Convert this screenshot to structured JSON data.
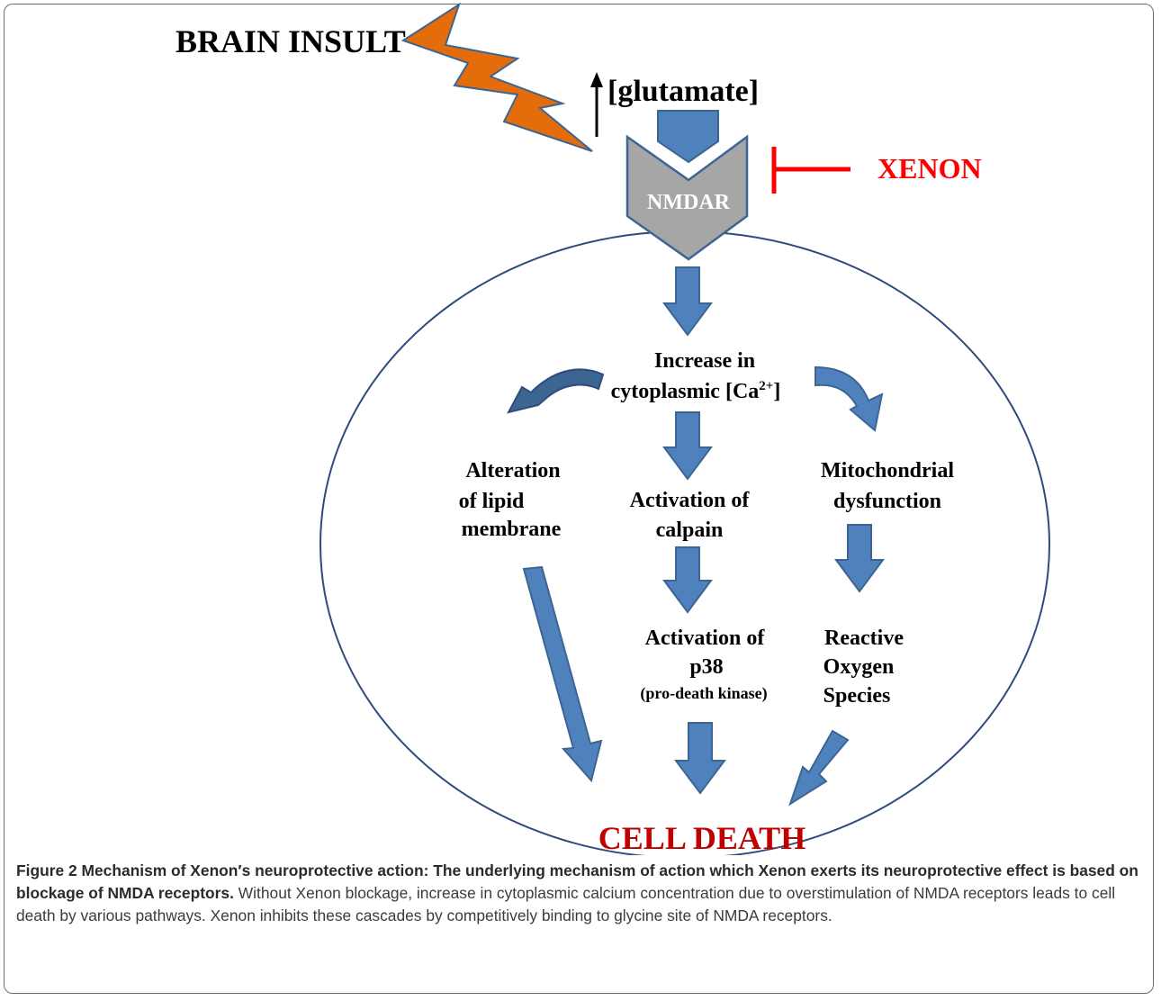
{
  "diagram": {
    "brain_insult": "BRAIN INSULT",
    "glutamate": "[glutamate]",
    "glutamate_arrow": "↑",
    "nmdar": "NMDAR",
    "xenon": "XENON",
    "calcium_line1": "Increase in",
    "calcium_line2_prefix": "cytoplasmic [Ca",
    "calcium_sup": "2+",
    "calcium_line2_suffix": "]",
    "lipid": [
      "Alteration",
      "of lipid",
      "membrane"
    ],
    "calpain": [
      "Activation of",
      "calpain"
    ],
    "mito": [
      "Mitochondrial",
      "dysfunction"
    ],
    "p38": [
      "Activation of",
      "p38"
    ],
    "p38_sub": "(pro-death kinase)",
    "ros": [
      "Reactive",
      "Oxygen",
      "Species"
    ],
    "cell_death": "CELL DEATH"
  },
  "colors": {
    "arrow_blue": "#4f81bd",
    "arrow_blue_dark": "#3c6592",
    "lightning_orange": "#e46c0a",
    "xenon_red": "#ff0000",
    "cell_death_red": "#c00000",
    "receptor_gray": "#a6a6a6",
    "cell_outline": "#2f4b7c"
  },
  "caption": {
    "figure_label": "Figure 2",
    "bold_text": "Mechanism of Xenon′s neuroprotective action: The underlying mechanism of action which Xenon exerts its neuroprotective effect is based on blockage of NMDA receptors.",
    "body_text": "Without Xenon blockage, increase in cytoplasmic calcium concentration due to overstimulation of NMDA receptors leads to cell death by various pathways. Xenon inhibits these cascades by competitively binding to glycine site of NMDA receptors."
  }
}
